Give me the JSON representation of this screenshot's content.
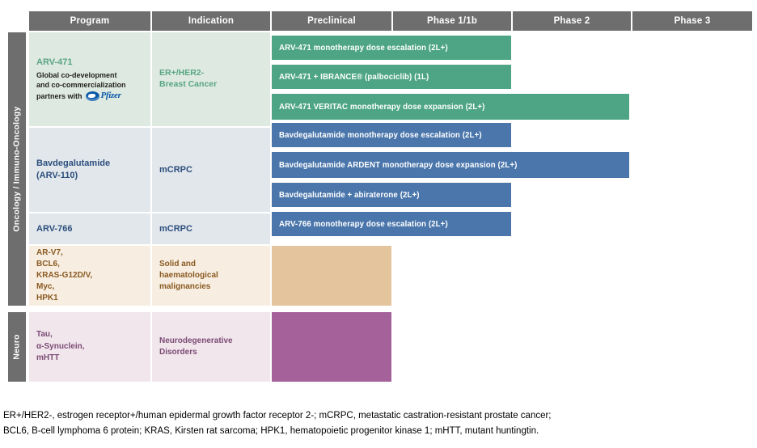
{
  "chart_data": {
    "type": "table",
    "title": "Clinical Development Pipeline",
    "columns": [
      "Program",
      "Indication",
      "Preclinical",
      "Phase 1/1b",
      "Phase 2",
      "Phase 3"
    ],
    "therapeutic_areas": [
      {
        "name": "Oncology / Immuno-Oncology",
        "color": "#6e6e6e"
      },
      {
        "name": "Neuro",
        "color": "#6e6e6e"
      }
    ],
    "rows": [
      {
        "program": "ARV-471",
        "program_note": "Global co-development and  co-commercialization partners with",
        "partner_logo": "pfizer-logo",
        "indication": "ER+/HER2-\nBreast Cancer",
        "color": "#4da585",
        "bars": [
          {
            "label": "ARV-471 monotherapy dose escalation (2L+)",
            "start_stage": "Preclinical",
            "end_stage": "Phase 1/1b"
          },
          {
            "label": "ARV-471 + IBRANCE® (palbociclib) (1L)",
            "start_stage": "Preclinical",
            "end_stage": "Phase 1/1b"
          },
          {
            "label": "ARV-471 VERITAC monotherapy dose expansion (2L+)",
            "start_stage": "Preclinical",
            "end_stage": "Phase 2"
          }
        ]
      },
      {
        "program": "Bavdegalutamide\n(ARV-110)",
        "indication": "mCRPC",
        "color": "#4a76ab",
        "bars": [
          {
            "label": "Bavdegalutamide monotherapy dose escalation (2L+)",
            "start_stage": "Preclinical",
            "end_stage": "Phase 1/1b"
          },
          {
            "label": "Bavdegalutamide ARDENT monotherapy dose expansion (2L+)",
            "start_stage": "Preclinical",
            "end_stage": "Phase 2"
          },
          {
            "label": "Bavdegalutamide + abiraterone (2L+)",
            "start_stage": "Preclinical",
            "end_stage": "Phase 1/1b"
          }
        ]
      },
      {
        "program": "ARV-766",
        "indication": "mCRPC",
        "color": "#4a76ab",
        "bars": [
          {
            "label": "ARV-766 monotherapy dose escalation (2L+)",
            "start_stage": "Preclinical",
            "end_stage": "Phase 1/1b"
          }
        ]
      },
      {
        "program": "AR-V7,\nBCL6,\nKRAS-G12D/V,\nMyc,\nHPK1",
        "indication": "Solid and\nhaematological\nmalignancies",
        "color": "#e3c49c",
        "bars": [
          {
            "label": "",
            "start_stage": "Preclinical",
            "end_stage": "Preclinical"
          }
        ]
      },
      {
        "program": "Tau,\nα-Synuclein,\nmHTT",
        "indication": "Neurodegenerative\nDisorders",
        "color": "#a4619a",
        "bars": [
          {
            "label": "",
            "start_stage": "Preclinical",
            "end_stage": "Preclinical"
          }
        ]
      }
    ]
  },
  "header": {
    "col_program": "Program",
    "col_indication": "Indication",
    "col_preclinical": "Preclinical",
    "col_phase1": "Phase 1/1b",
    "col_phase2": "Phase 2",
    "col_phase3": "Phase 3"
  },
  "spines": {
    "oncology": "Oncology / Immuno-Oncology",
    "neuro": "Neuro"
  },
  "rows": {
    "arv471": {
      "program": "ARV-471",
      "note_line1": "Global co-development",
      "note_line2": "and  co-commercialization",
      "note_line3": "partners with",
      "partner": "Pfizer",
      "indication_line1": "ER+/HER2-",
      "indication_line2": "Breast Cancer",
      "bar1": "ARV-471 monotherapy dose escalation (2L+)",
      "bar2": "ARV-471 + IBRANCE® (palbociclib) (1L)",
      "bar3": "ARV-471 VERITAC monotherapy dose expansion (2L+)"
    },
    "bav": {
      "program_line1": "Bavdegalutamide",
      "program_line2": "(ARV-110)",
      "indication": "mCRPC",
      "bar1": "Bavdegalutamide monotherapy dose escalation (2L+)",
      "bar2": "Bavdegalutamide ARDENT monotherapy dose expansion (2L+)",
      "bar3": "Bavdegalutamide + abiraterone (2L+)"
    },
    "arv766": {
      "program": "ARV-766",
      "indication": "mCRPC",
      "bar1": "ARV-766 monotherapy dose escalation (2L+)"
    },
    "preclin": {
      "program_line1": "AR-V7,",
      "program_line2": "BCL6,",
      "program_line3": "KRAS-G12D/V,",
      "program_line4": "Myc,",
      "program_line5": "HPK1",
      "indication_line1": "Solid and",
      "indication_line2": "haematological",
      "indication_line3": "malignancies"
    },
    "neuro": {
      "program_line1": "Tau,",
      "program_line2": "α-Synuclein,",
      "program_line3": "mHTT",
      "indication_line1": "Neurodegenerative",
      "indication_line2": "Disorders"
    }
  },
  "footnote": {
    "line1": "ER+/HER2-, estrogen receptor+/human epidermal growth factor receptor 2-; mCRPC, metastatic castration-resistant prostate cancer;",
    "line2": "BCL6, B-cell lymphoma 6 protein; KRAS, Kirsten rat sarcoma; HPK1, hematopoietic progenitor kinase 1; mHTT, mutant huntingtin."
  },
  "colors": {
    "header_gray": "#6e6e6e",
    "green_bar": "#4da585",
    "green_tint": "#dde9e1",
    "blue_bar": "#4a76ab",
    "blue_tint": "#e2e7ec",
    "tan_bar": "#e3c49c",
    "tan_tint": "#f7ede0",
    "purple_bar": "#a4619a",
    "purple_tint": "#f0e6ec",
    "green_text": "#5aa584",
    "blue_text": "#2c4f7c",
    "tan_text": "#8a5a22",
    "purple_text": "#7c4a74"
  }
}
